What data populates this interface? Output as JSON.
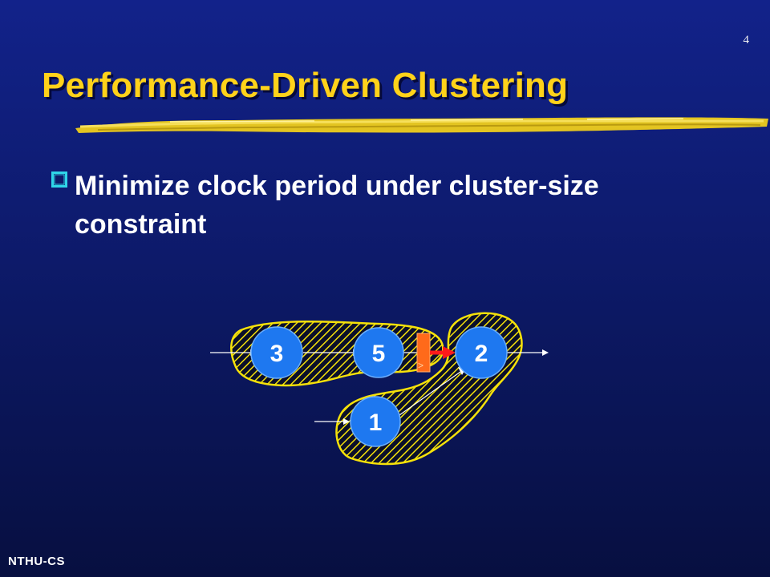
{
  "slide": {
    "page_number": "4",
    "title": "Performance-Driven Clustering",
    "bullet": "Minimize clock period under cluster-size constraint",
    "footer": "NTHU-CS"
  },
  "diagram": {
    "nodes": [
      "3",
      "5",
      "2",
      "1"
    ],
    "register_marker": ">"
  },
  "colors": {
    "title": "#ffd21a",
    "node_fill": "#1e78f0",
    "cluster_outline": "#f5e10a",
    "register": "#ff6a1a",
    "critical_arrow": "#ff1a1a"
  }
}
